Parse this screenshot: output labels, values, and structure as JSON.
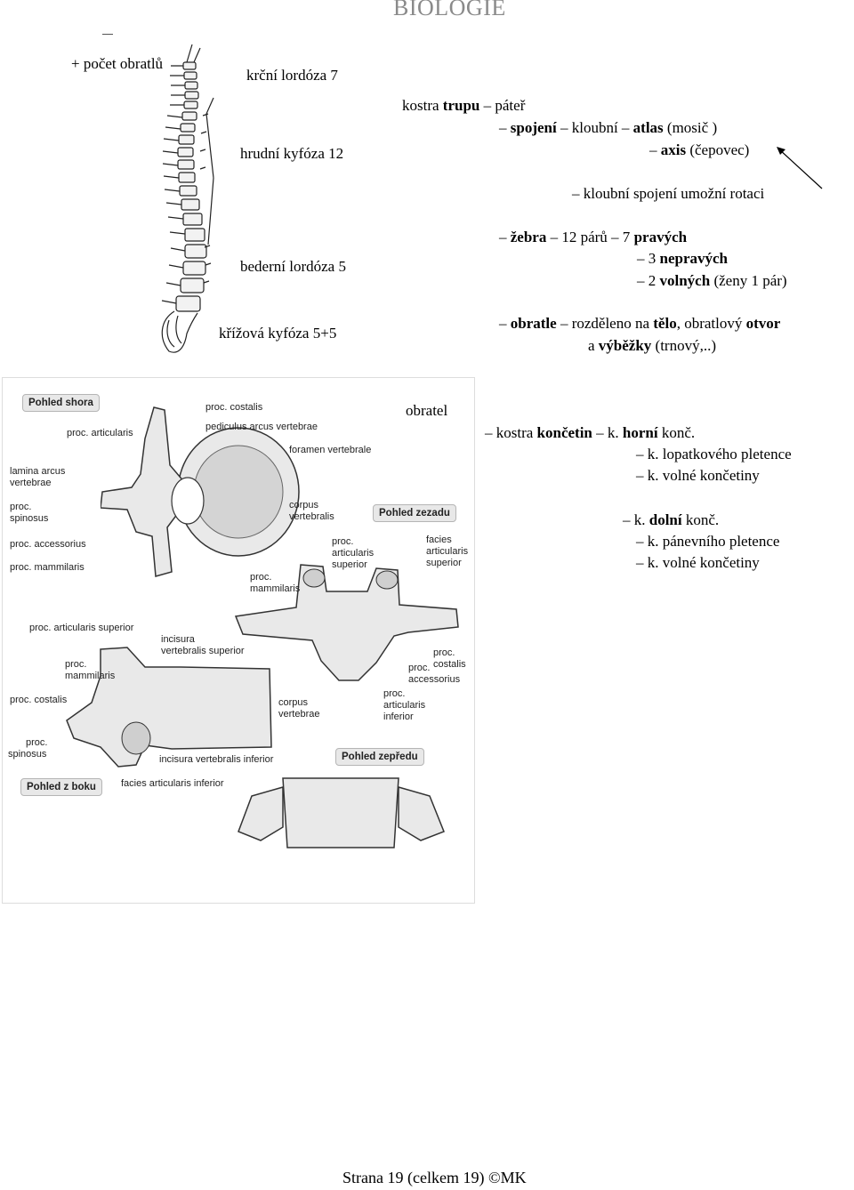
{
  "header": {
    "title": "BIOLOGIE"
  },
  "spine": {
    "count_label": "+ počet obratlů",
    "labels": [
      "krční lordóza 7",
      "hrudní kyfóza 12",
      "bederní lordóza 5",
      "křížová kyfóza 5+5"
    ]
  },
  "trunk": {
    "l1": {
      "a": "kostra ",
      "b": "trupu",
      "c": " – páteř"
    },
    "l2": {
      "a": "– ",
      "b": "spojení",
      "c": " – kloubní – ",
      "d": "atlas",
      "e": " (mosič )"
    },
    "l3": {
      "a": "– ",
      "b": "axis",
      "c": " (čepovec)"
    },
    "l4": "– kloubní spojení umožní rotaci",
    "l5": {
      "a": "– ",
      "b": "žebra",
      "c": " – 12 párů – 7 ",
      "d": "pravých"
    },
    "l6": {
      "a": "– 3 ",
      "b": "nepravých"
    },
    "l7": {
      "a": "– 2 ",
      "b": "volných",
      "c": " (ženy 1 pár)"
    },
    "l8": {
      "a": "– ",
      "b": "obratle",
      "c": " – rozděleno na ",
      "d": "tělo",
      "e": ", obratlový ",
      "f": "otvor"
    },
    "l9": {
      "a": "a ",
      "b": "výběžky",
      "c": " (trnový,..)"
    }
  },
  "limbs": {
    "obratel": "obratel",
    "l1": {
      "a": "– kostra ",
      "b": "končetin",
      "c": " – k. ",
      "d": "horní",
      "e": " konč."
    },
    "l2": "– k. lopatkového pletence",
    "l3": "– k. volné končetiny",
    "l4": {
      "a": "– k. ",
      "b": "dolní",
      "c": " konč."
    },
    "l5": "– k. pánevního pletence",
    "l6": "– k. volné končetiny"
  },
  "figure": {
    "badges": [
      "Pohled shora",
      "Pohled zezadu",
      "Pohled z boku",
      "Pohled zepředu"
    ],
    "labels": {
      "proc_costalis": "proc. costalis",
      "pediculus": "pediculus arcus vertebrae",
      "proc_articularis": "proc. articularis",
      "foramen": "foramen vertebrale",
      "lamina1": "lamina arcus",
      "lamina2": "vertebrae",
      "spinosus1": "proc.",
      "spinosus2": "spinosus",
      "corpus1": "corpus",
      "corpus2": "vertebralis",
      "accessorius": "proc. accessorius",
      "mammilaris": "proc. mammilaris",
      "pas1": "proc.",
      "pas2": "articularis",
      "pas3": "superior",
      "fas1": "facies",
      "fas2": "articularis",
      "fas3": "superior",
      "pm1": "proc.",
      "pm2": "mammilaris",
      "pas_side": "proc. articularis superior",
      "inc_sup1": "incisura",
      "inc_sup2": "vertebralis superior",
      "pm_side1": "proc.",
      "pm_side2": "mammilaris",
      "pcost_right1": "proc.",
      "pcost_right2": "costalis",
      "pacc_right1": "proc.",
      "pacc_right2": "accessorius",
      "pcost_left": "proc. costalis",
      "corpus_side1": "corpus",
      "corpus_side2": "vertebrae",
      "pai1": "proc.",
      "pai2": "articularis",
      "pai3": "inferior",
      "ps_side1": "proc.",
      "ps_side2": "spinosus",
      "inc_inf": "incisura vertebralis inferior",
      "fai": "facies articularis inferior"
    }
  },
  "footer": "Strana 19 (celkem 19) ©MK"
}
